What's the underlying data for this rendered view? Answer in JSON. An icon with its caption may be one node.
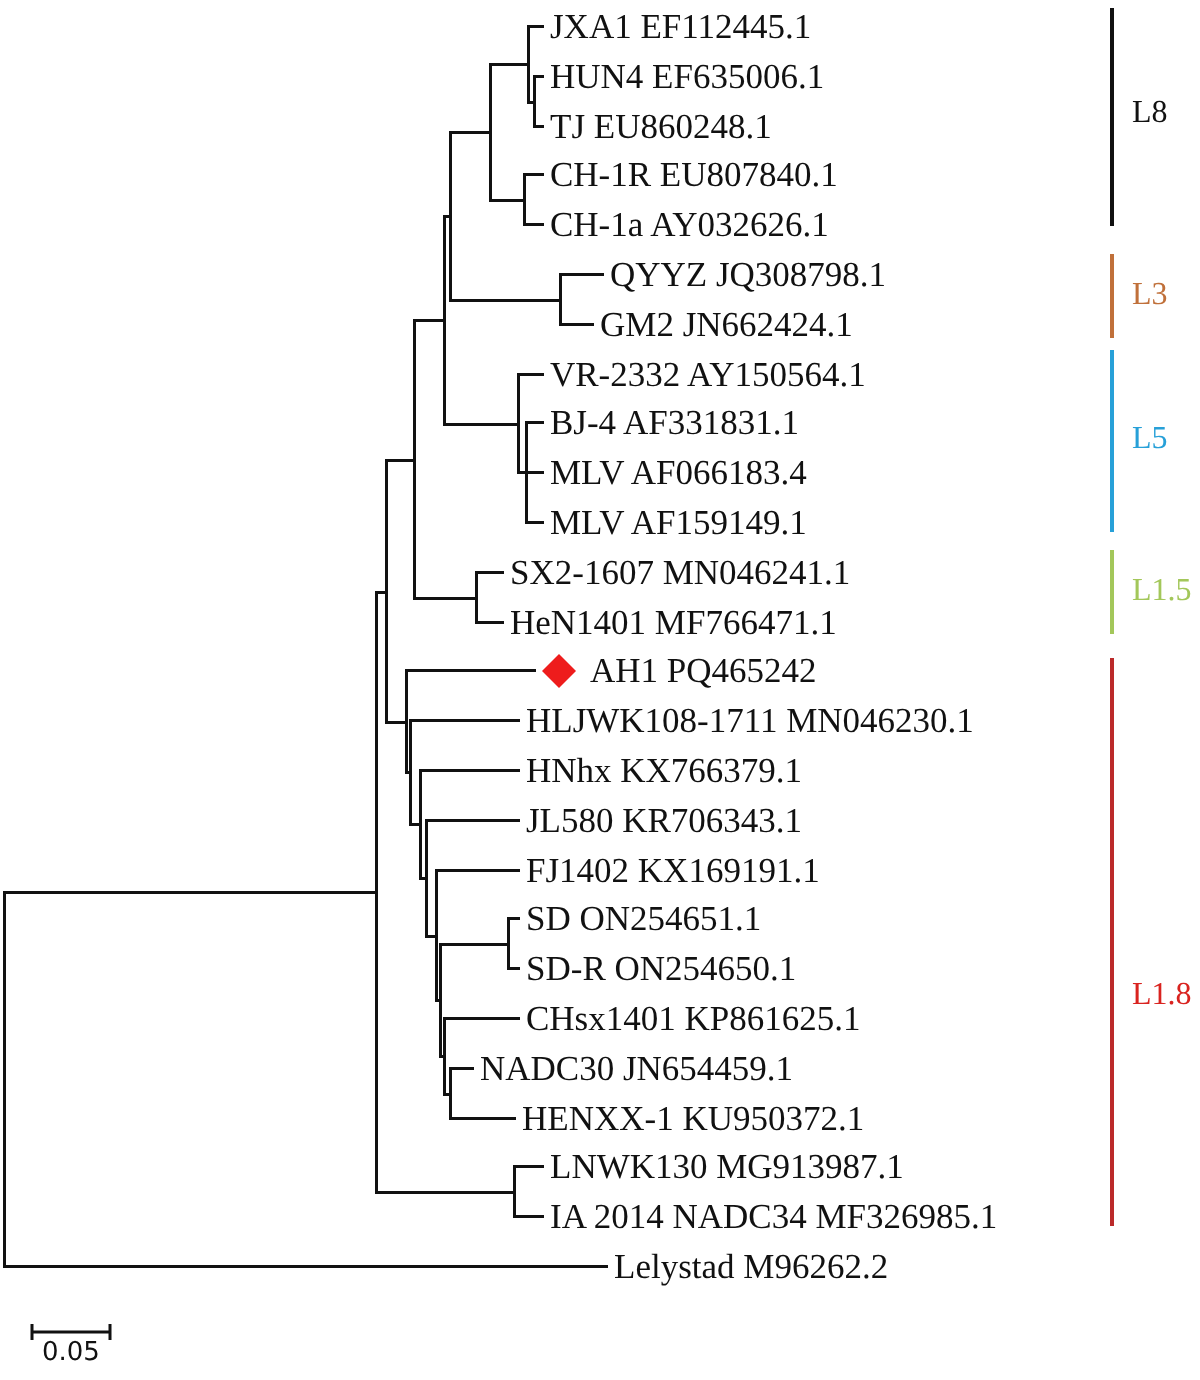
{
  "diagram": {
    "nodes": [
      {
        "text": [
          "JXA1 EF112445.1"
        ]
      },
      {
        "text": [
          "HUN4 EF635006.1"
        ]
      },
      {
        "text": [
          "TJ EU860248.1"
        ]
      },
      {
        "text": [
          "CH-1R EU807840.1"
        ]
      },
      {
        "text": [
          "CH-1a AY032626.1"
        ]
      },
      {
        "text": [
          "QYYZ JQ308798.1"
        ]
      },
      {
        "text": [
          "GM2 JN662424.1"
        ]
      },
      {
        "text": [
          "VR-2332 AY150564.1"
        ]
      },
      {
        "text": [
          "BJ-4 AF331831.1"
        ]
      },
      {
        "text": [
          "MLV AF066183.4"
        ]
      },
      {
        "text": [
          "MLV AF159149.1"
        ]
      },
      {
        "text": [
          "SX2-1607 MN046241.1"
        ]
      },
      {
        "text": [
          "HeN1401 MF766471.1"
        ]
      },
      {
        "text": [
          "AH1 PQ465242"
        ]
      },
      {
        "text": [
          "HLJWK108-1711 MN046230.1"
        ]
      },
      {
        "text": [
          "HNhx KX766379.1"
        ]
      },
      {
        "text": [
          "JL580 KR706343.1"
        ]
      },
      {
        "text": [
          "FJ1402 KX169191.1"
        ]
      },
      {
        "text": [
          "SD ON254651.1"
        ]
      },
      {
        "text": [
          "SD-R ON254650.1"
        ]
      },
      {
        "text": [
          "CHsx1401 KP861625.1"
        ]
      },
      {
        "text": [
          "NADC30 JN654459.1"
        ]
      },
      {
        "text": [
          "HENXX-1 KU950372.1"
        ]
      },
      {
        "text": [
          "LNWK130 MG913987.1"
        ]
      },
      {
        "text": [
          "IA 2014 NADC34 MF326985.1"
        ]
      },
      {
        "text": [
          "Lelystad M96262.2"
        ]
      }
    ],
    "edges": [
      {
        "from": null,
        "to": 0,
        "arrow": "none"
      },
      {
        "from": null,
        "to": 1,
        "arrow": "none"
      },
      {
        "from": null,
        "to": 2,
        "arrow": "none"
      },
      {
        "from": null,
        "to": 3,
        "arrow": "none"
      },
      {
        "from": null,
        "to": 4,
        "arrow": "none"
      },
      {
        "from": null,
        "to": 5,
        "arrow": "none"
      },
      {
        "from": null,
        "to": 6,
        "arrow": "none"
      },
      {
        "from": null,
        "to": 7,
        "arrow": "none"
      },
      {
        "from": null,
        "to": 8,
        "arrow": "none"
      },
      {
        "from": null,
        "to": 9,
        "arrow": "none"
      },
      {
        "from": null,
        "to": 10,
        "arrow": "none"
      },
      {
        "from": null,
        "to": 11,
        "arrow": "none"
      },
      {
        "from": null,
        "to": 12,
        "arrow": "none"
      },
      {
        "from": null,
        "to": 13,
        "arrow": "none"
      },
      {
        "from": null,
        "to": 14,
        "arrow": "none"
      },
      {
        "from": null,
        "to": 15,
        "arrow": "none"
      },
      {
        "from": null,
        "to": 16,
        "arrow": "none"
      },
      {
        "from": null,
        "to": 17,
        "arrow": "none"
      },
      {
        "from": null,
        "to": 18,
        "arrow": "none"
      },
      {
        "from": null,
        "to": 19,
        "arrow": "none"
      },
      {
        "from": null,
        "to": 20,
        "arrow": "none"
      },
      {
        "from": null,
        "to": 21,
        "arrow": "none"
      },
      {
        "from": null,
        "to": 22,
        "arrow": "none"
      },
      {
        "from": null,
        "to": 23,
        "arrow": "none"
      },
      {
        "from": null,
        "to": 24,
        "arrow": "none"
      },
      {
        "from": null,
        "to": 25,
        "arrow": "none"
      }
    ],
    "labels": [
      "L8",
      "L3",
      "L5",
      "L1.5",
      "L1.8",
      "0.05"
    ]
  }
}
